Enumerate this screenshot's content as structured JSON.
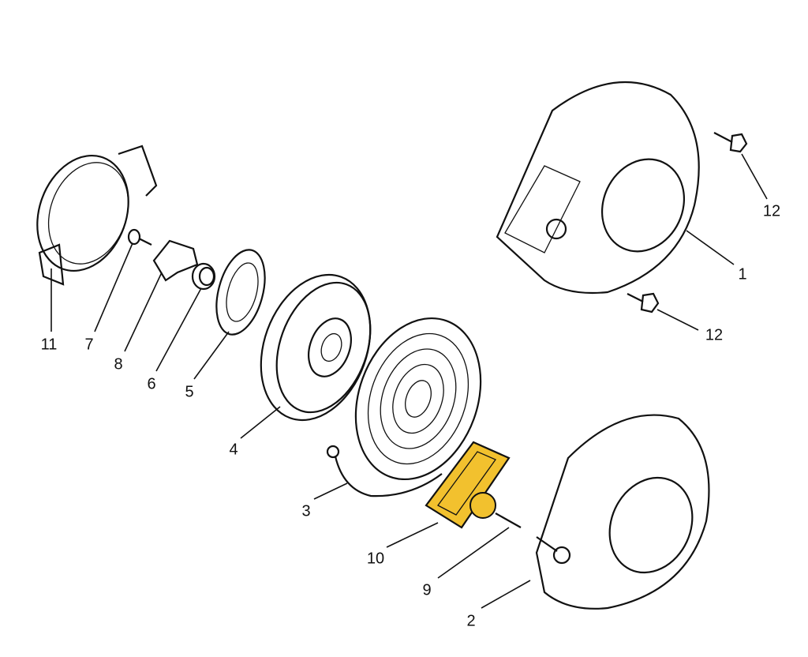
{
  "diagram": {
    "parts": [
      {
        "id": "1",
        "name": "upper-cover"
      },
      {
        "id": "2",
        "name": "lower-cover"
      },
      {
        "id": "3",
        "name": "rope"
      },
      {
        "id": "4",
        "name": "reel"
      },
      {
        "id": "5",
        "name": "ratchet"
      },
      {
        "id": "6",
        "name": "spring"
      },
      {
        "id": "7",
        "name": "screw"
      },
      {
        "id": "8",
        "name": "plate"
      },
      {
        "id": "9",
        "name": "pin"
      },
      {
        "id": "10",
        "name": "handle",
        "highlighted": true
      },
      {
        "id": "11",
        "name": "guide"
      },
      {
        "id": "12a",
        "label": "12",
        "name": "bolt-upper"
      },
      {
        "id": "12b",
        "label": "12",
        "name": "bolt-lower"
      }
    ],
    "highlight_color": "#f2c12e"
  }
}
